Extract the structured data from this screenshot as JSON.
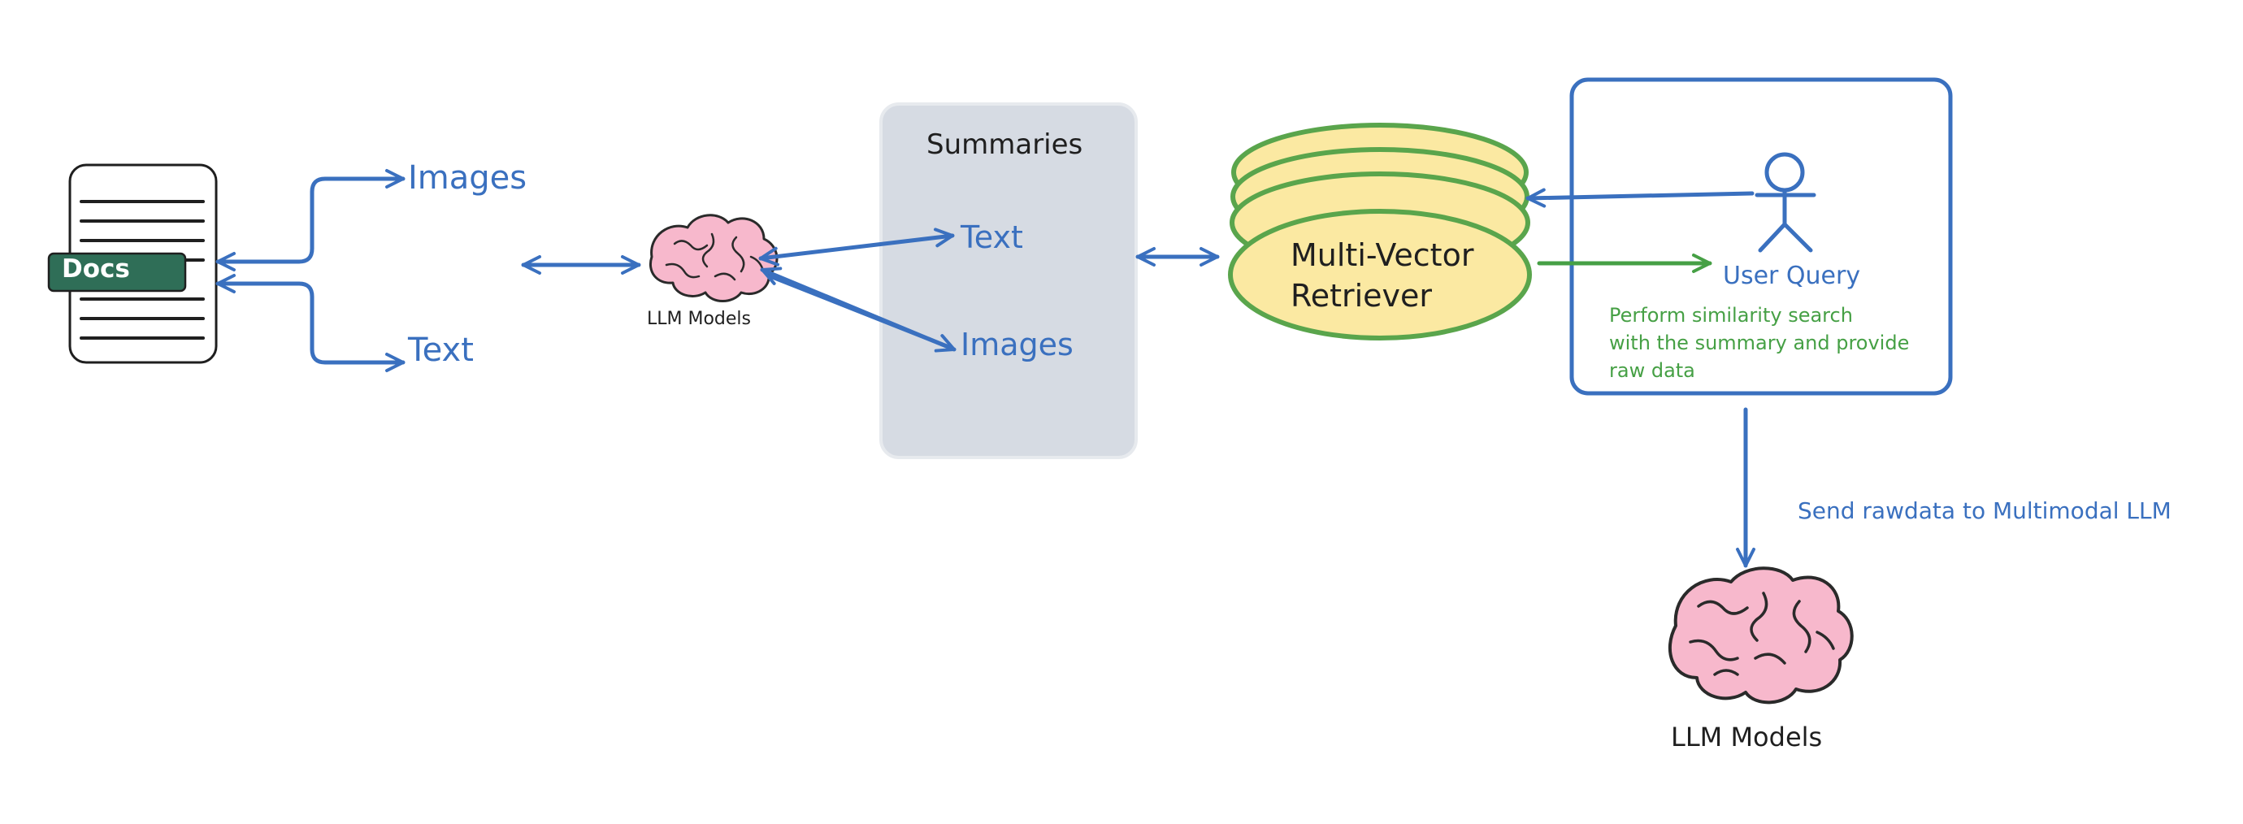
{
  "colors": {
    "flow_blue": "#3a70bf",
    "query_green": "#46a045",
    "doc_tag_green": "#2f6e57",
    "summaries_panel": "#d6dbe3",
    "retriever_fill": "#fbe9a2",
    "retriever_stroke": "#5aa54c",
    "brain_pink": "#f7b8cc",
    "brain_outline": "#2a2a2a"
  },
  "source": {
    "doc_label": "Docs",
    "branch_images": "Images",
    "branch_text": "Text"
  },
  "summarizer": {
    "brain_icon": "brain-icon",
    "label": "LLM Models"
  },
  "summaries": {
    "title": "Summaries",
    "text_item": "Text",
    "images_item": "Images"
  },
  "retriever": {
    "line1": "Multi-Vector",
    "line2": "Retriever"
  },
  "query": {
    "user_icon": "user-stick-figure-icon",
    "label": "User Query",
    "note_line1": "Perform similarity search",
    "note_line2": "with the summary and provide",
    "note_line3": "raw data"
  },
  "final": {
    "send_label": "Send rawdata to Multimodal LLM",
    "brain_icon": "brain-icon",
    "label": "LLM Models"
  }
}
